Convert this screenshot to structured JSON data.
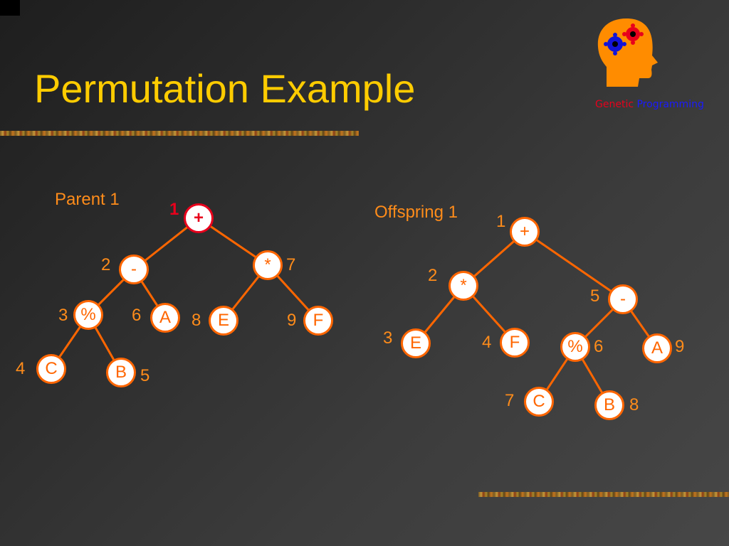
{
  "slide": {
    "title": "Permutation Example"
  },
  "logo": {
    "word1": "Genetic",
    "word2": "Programming"
  },
  "parent": {
    "label": "Parent 1",
    "nodes": [
      {
        "symbol": "+",
        "number": "1"
      },
      {
        "symbol": "-",
        "number": "2"
      },
      {
        "symbol": "*",
        "number": "7"
      },
      {
        "symbol": "%",
        "number": "3"
      },
      {
        "symbol": "A",
        "number": "6"
      },
      {
        "symbol": "E",
        "number": "8"
      },
      {
        "symbol": "F",
        "number": "9"
      },
      {
        "symbol": "C",
        "number": "4"
      },
      {
        "symbol": "B",
        "number": "5"
      }
    ]
  },
  "offspring": {
    "label": "Offspring 1",
    "nodes": [
      {
        "symbol": "+",
        "number": "1"
      },
      {
        "symbol": "*",
        "number": "2"
      },
      {
        "symbol": "-",
        "number": "5"
      },
      {
        "symbol": "E",
        "number": "3"
      },
      {
        "symbol": "F",
        "number": "4"
      },
      {
        "symbol": "%",
        "number": "6"
      },
      {
        "symbol": "A",
        "number": "9"
      },
      {
        "symbol": "C",
        "number": "7"
      },
      {
        "symbol": "B",
        "number": "8"
      }
    ]
  },
  "colors": {
    "title": "#ffcc00",
    "node_border": "#ff6600",
    "edge": "#ff6600",
    "highlight": "#e8001c",
    "label": "#ff8c1a"
  }
}
